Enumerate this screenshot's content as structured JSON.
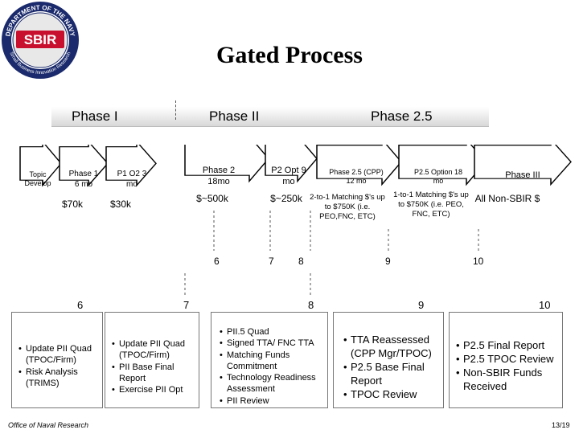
{
  "logo": {
    "top_text": "DEPARTMENT OF THE NAVY",
    "center_text": "SBIR",
    "bottom_text": "Small Business Innovation Research"
  },
  "title": "Gated Process",
  "phases": [
    "Phase I",
    "Phase II",
    "Phase 2.5"
  ],
  "arrows": {
    "topic": "Topic Develop",
    "p1": "Phase 1 6 mo",
    "p1o2": "P1 O2 3 mo",
    "p2": "Phase 2 18mo",
    "p2opt": "P2 Opt 9 mo",
    "p25": "Phase 2.5 (CPP) 12 mo",
    "p25opt": "P2.5 Option 18 mo",
    "p3": "Phase III"
  },
  "money": {
    "m70k": "$70k",
    "m30k": "$30k",
    "m500k": "$~500k",
    "m250k": "$~250k",
    "match1": "2-to-1 Matching $'s up to $750K (i.e. PEO,FNC, ETC)",
    "match2": "1-to-1 Matching $'s up to $750K (i.e. PEO, FNC, ETC)",
    "nonsbir": "All Non-SBIR $"
  },
  "gates_small": [
    "6",
    "7",
    "8",
    "9",
    "10"
  ],
  "gates_big": [
    "6",
    "7",
    "8",
    "9",
    "10"
  ],
  "boxes": {
    "b6": [
      "Update PII Quad (TPOC/Firm)",
      "Risk Analysis (TRIMS)"
    ],
    "b7": [
      "Update PII Quad (TPOC/Firm)",
      "PII Base Final Report",
      "Exercise PII Opt"
    ],
    "b8": [
      "PII.5 Quad",
      "Signed TTA/ FNC TTA",
      "Matching Funds Commitment",
      "Technology Readiness Assessment",
      "PII Review"
    ],
    "b9": [
      "TTA Reassessed (CPP Mgr/TPOC)",
      "P2.5 Base Final Report",
      "TPOC Review"
    ],
    "b10": [
      "P2.5 Final Report",
      "P2.5 TPOC Review",
      "Non-SBIR Funds Received"
    ]
  },
  "footer_left": "Office of Naval Research",
  "footer_right": "13/19",
  "colors": {
    "arrow_fill": "#ffffff",
    "arrow_stroke": "#000000",
    "phasebar": "#e6e6e6"
  }
}
